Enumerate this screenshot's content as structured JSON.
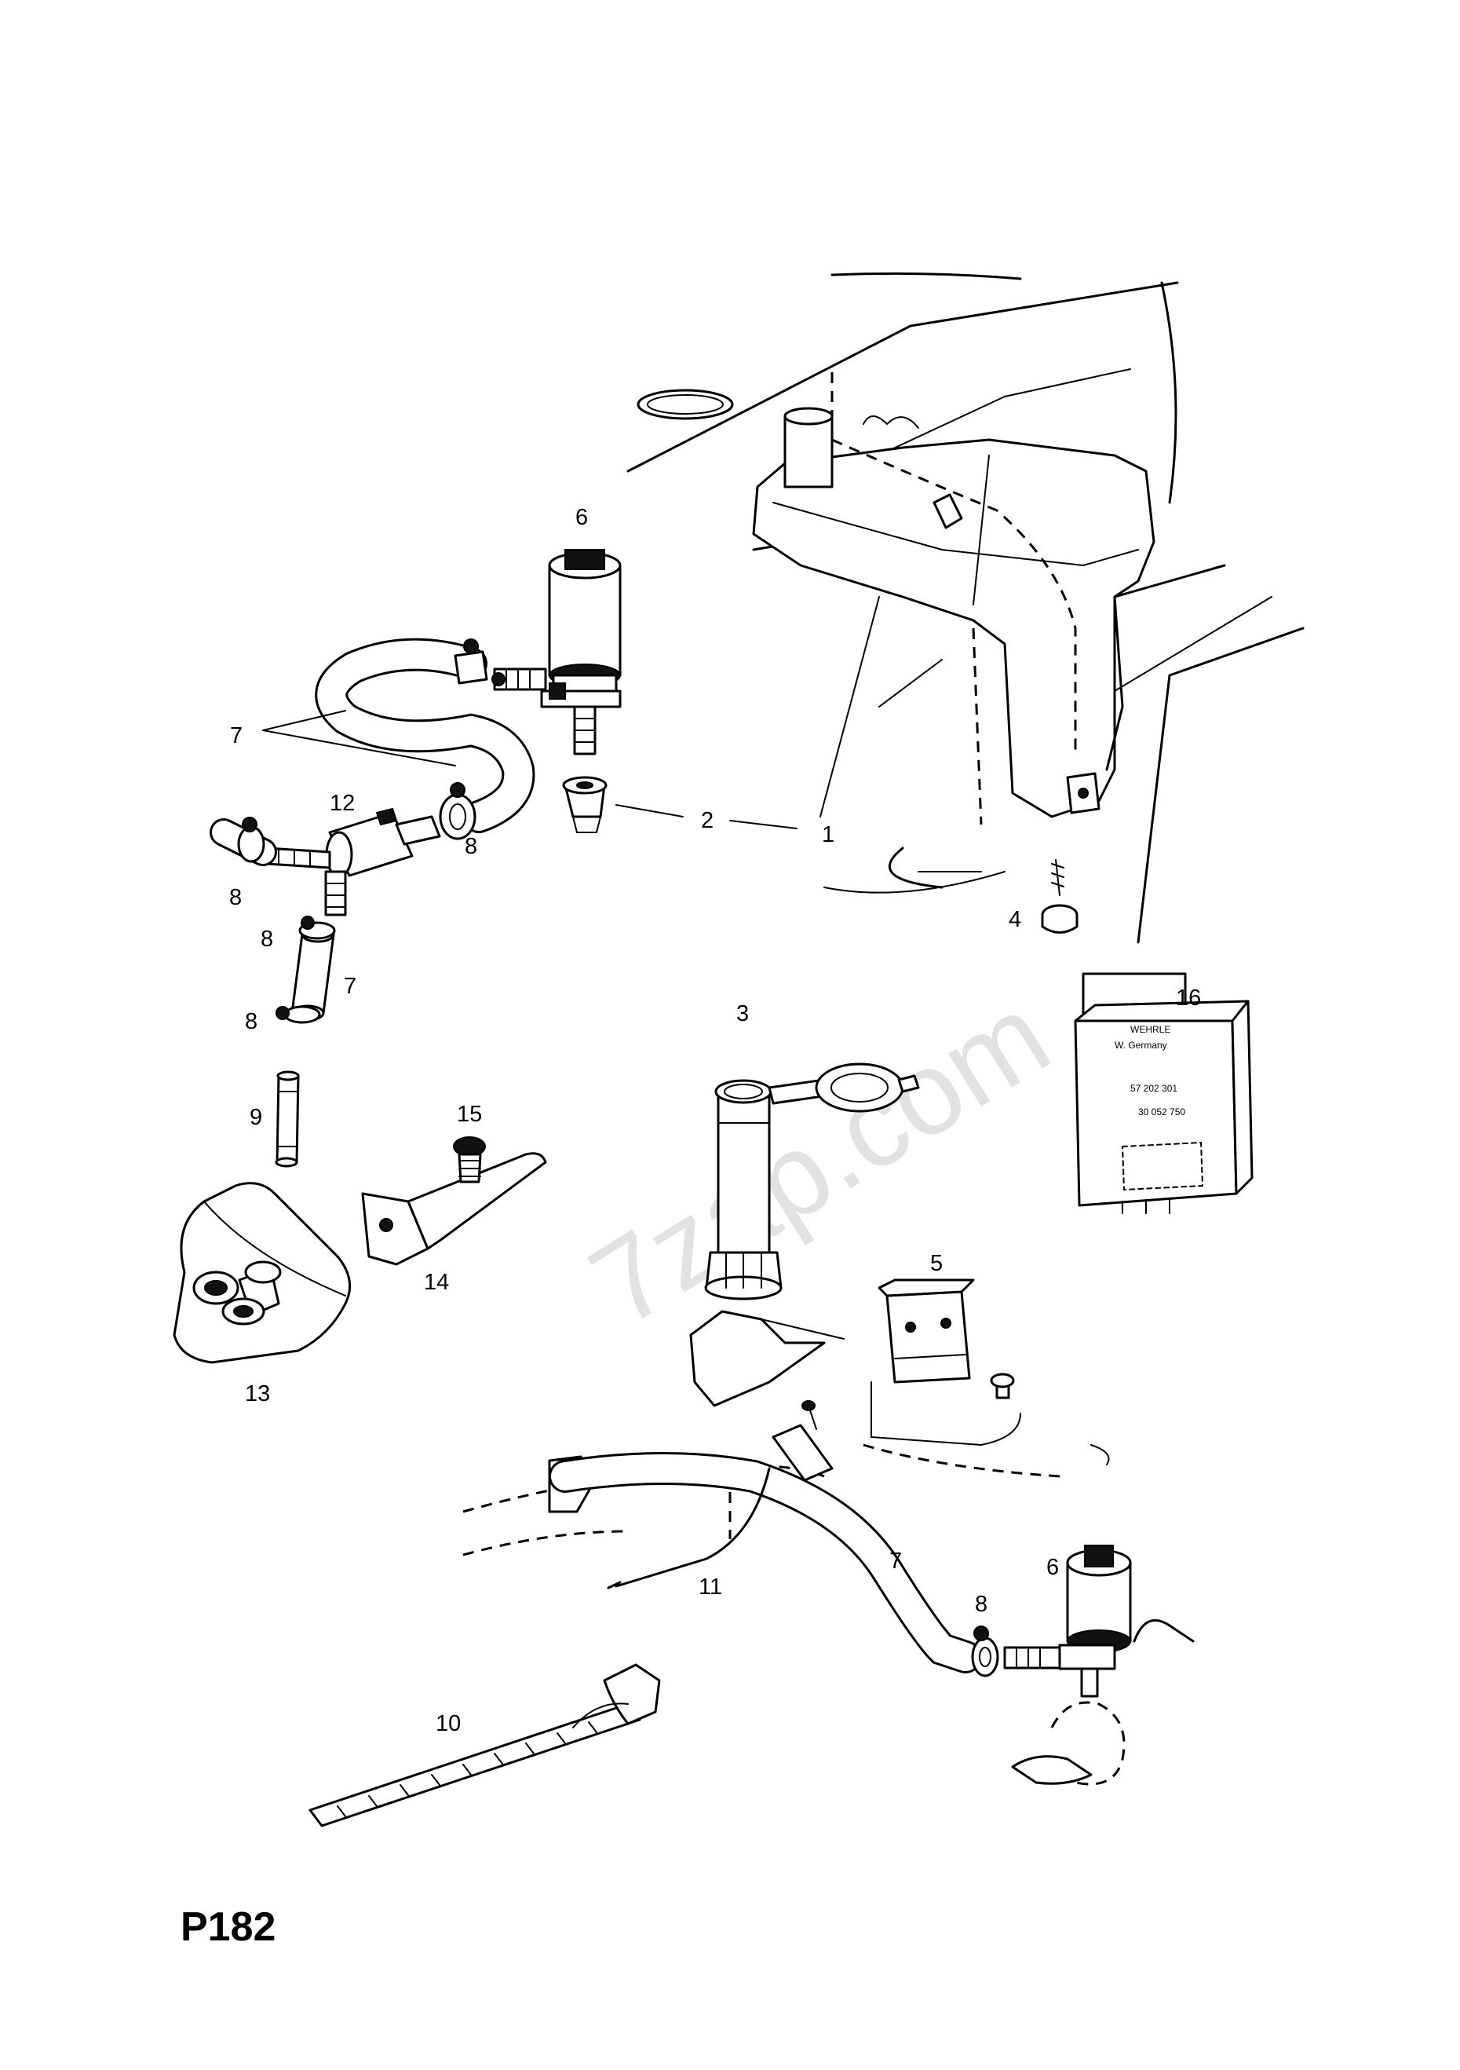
{
  "diagram": {
    "page_reference": "P182",
    "watermark": "7zap.com",
    "callouts": {
      "c1": "1",
      "c2": "2",
      "c3": "3",
      "c4": "4",
      "c5": "5",
      "c6a": "6",
      "c6b": "6",
      "c7a": "7",
      "c7b": "7",
      "c7c": "7",
      "c8a": "8",
      "c8b": "8",
      "c8c": "8",
      "c8d": "8",
      "c8e": "8",
      "c9": "9",
      "c10": "10",
      "c11": "11",
      "c12": "12",
      "c13": "13",
      "c14": "14",
      "c15": "15",
      "c16": "16"
    },
    "relay_label": {
      "brand": "WEHRLE",
      "origin": "W. Germany",
      "part_no_1": "57 202 301",
      "part_no_2": "30 052 750"
    }
  }
}
